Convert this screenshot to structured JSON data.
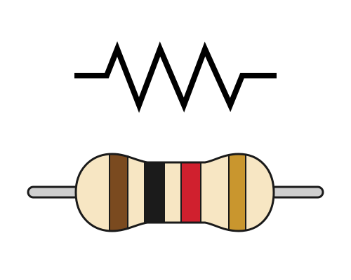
{
  "diagram": {
    "symbol": {
      "type": "zigzag",
      "stroke_color": "#000000"
    },
    "resistor": {
      "body_color": "#f7e6c3",
      "lead_color": "#cfcfcf",
      "outline_color": "#1a1a1a",
      "bands": [
        {
          "name": "brown",
          "color": "#7a4a1f"
        },
        {
          "name": "black",
          "color": "#1b1b1b"
        },
        {
          "name": "red",
          "color": "#d0202e"
        },
        {
          "name": "gold",
          "color": "#c9962e"
        }
      ]
    }
  }
}
